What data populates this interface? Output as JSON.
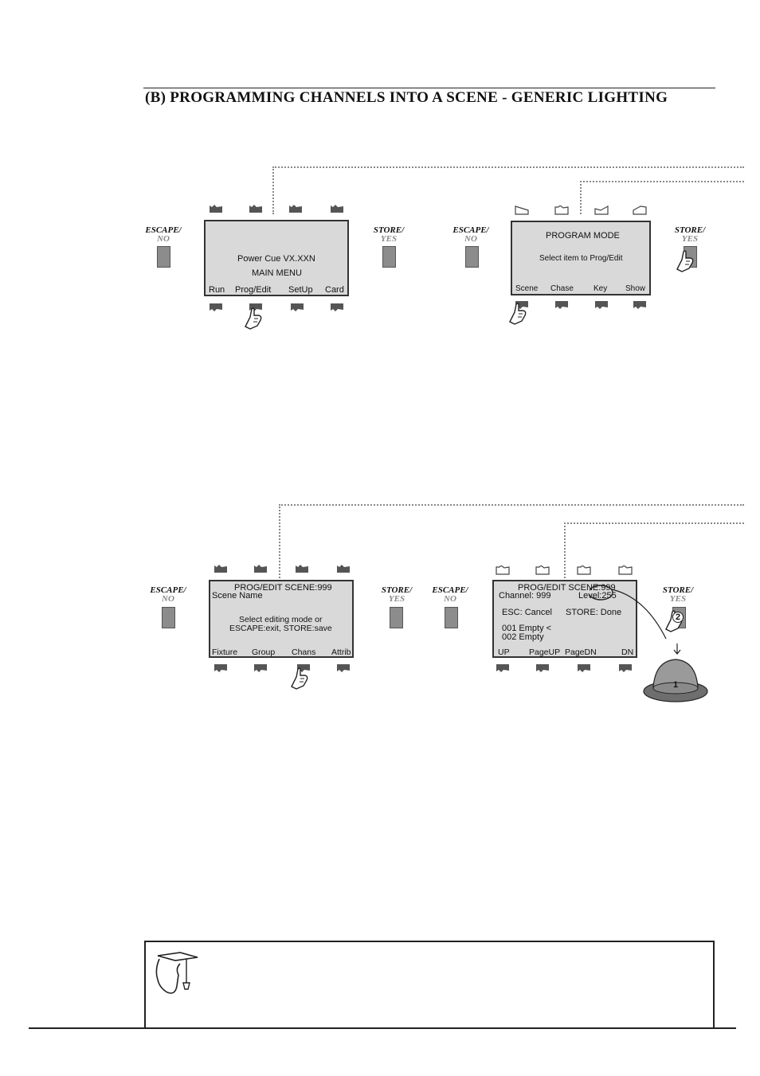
{
  "page": {
    "heading": "(B) PROGRAMMING CHANNELS INTO A SCENE - GENERIC LIGHTING"
  },
  "buttons": {
    "escape": {
      "main": "ESCAPE/",
      "sub": "NO"
    },
    "store": {
      "main": "STORE/",
      "sub": "YES"
    }
  },
  "panels": [
    {
      "id": "main-menu",
      "lines": [
        "Power Cue VX.XXN",
        "MAIN MENU"
      ],
      "softkeys": [
        "Run",
        "Prog/Edit",
        "SetUp",
        "Card"
      ]
    },
    {
      "id": "program-mode",
      "lines": [
        "PROGRAM MODE",
        "Select item to Prog/Edit"
      ],
      "softkeys": [
        "Scene",
        "Chase",
        "Key",
        "Show"
      ]
    },
    {
      "id": "prog-edit-scene",
      "lines": [
        "PROG/EDIT SCENE:999",
        "Scene Name",
        "Select editing mode or",
        "ESCAPE:exit, STORE:save"
      ],
      "softkeys": [
        "Fixture",
        "Group",
        "Chans",
        "Attrib"
      ]
    },
    {
      "id": "channel-edit",
      "lines": [
        "PROG/EDIT SCENE:999",
        "Channel: 999",
        "Level:255",
        "ESC: Cancel",
        "STORE: Done",
        "001 Empty <",
        "002 Empty"
      ],
      "softkeys": [
        "UP",
        "PageUP",
        "PageDN",
        "DN"
      ]
    }
  ],
  "wheel": {
    "label": "1"
  },
  "store_step": {
    "label": "2"
  },
  "icons": {
    "pointer": "pointing-hand-icon",
    "fkey_up": "function-key-up-icon",
    "fkey_down": "function-key-down-icon",
    "tip": "graduate-head-icon",
    "wheel": "encoder-wheel-icon"
  },
  "colors": {
    "lcd_bg": "#d9d9d9",
    "button_grey": "#8c8c8c",
    "dotted": "#888888",
    "sub_label": "#888888"
  }
}
